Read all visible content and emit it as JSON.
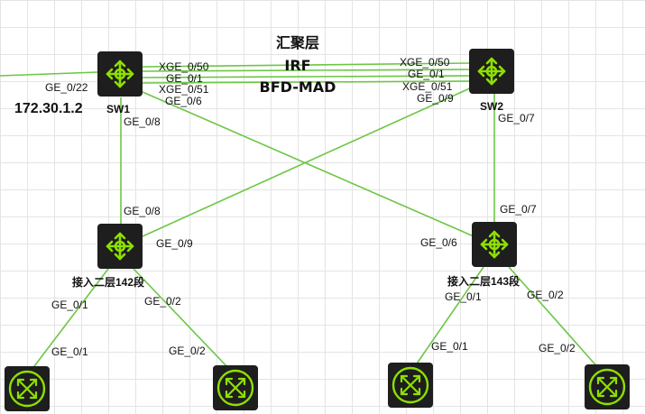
{
  "diagram": {
    "group_title": "汇聚层",
    "irf_label": "IRF",
    "bfd_label": "BFD-MAD",
    "ip_label": "172.30.1.2",
    "sw1": {
      "name": "SW1"
    },
    "sw2": {
      "name": "SW2"
    },
    "access142": {
      "name": "接入二层142段"
    },
    "access143": {
      "name": "接入二层143段"
    },
    "ports": {
      "sw1_ge22": "GE_0/22",
      "sw1_xge50": "XGE_0/50",
      "sw1_ge1": "GE_0/1",
      "sw1_xge51": "XGE_0/51",
      "sw1_ge6": "GE_0/6",
      "sw1_ge8": "GE_0/8",
      "sw2_xge50": "XGE_0/50",
      "sw2_ge1": "GE_0/1",
      "sw2_xge51": "XGE_0/51",
      "sw2_ge9": "GE_0/9",
      "sw2_ge7": "GE_0/7",
      "a142_ge8": "GE_0/8",
      "a142_ge9": "GE_0/9",
      "a142_ge1": "GE_0/1",
      "a142_ge2": "GE_0/2",
      "a143_ge7": "GE_0/7",
      "a143_ge6": "GE_0/6",
      "a143_ge1": "GE_0/1",
      "a143_ge2": "GE_0/2",
      "ep1_ge1": "GE_0/1",
      "ep2_ge2": "GE_0/2",
      "ep3_ge1": "GE_0/1",
      "ep4_ge2": "GE_0/2"
    }
  }
}
